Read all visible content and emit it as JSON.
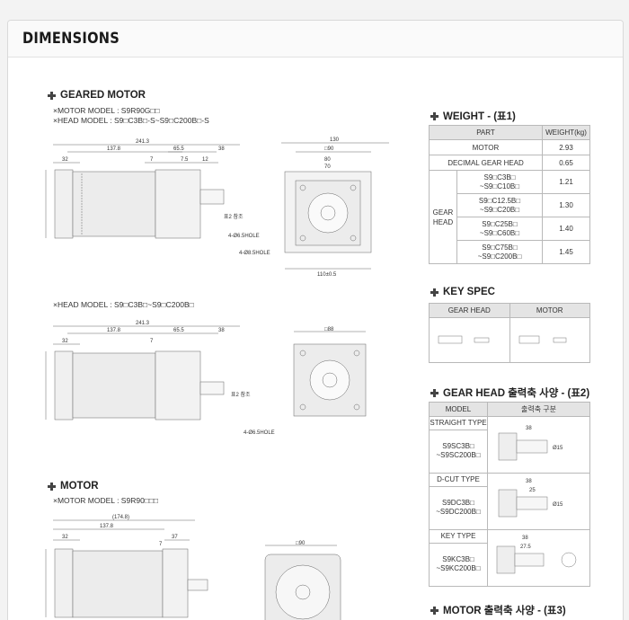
{
  "header": {
    "title": "DIMENSIONS"
  },
  "geared_motor": {
    "title": "GEARED MOTOR",
    "motor_model": "×MOTOR MODEL : S9R90G□□",
    "head_model": "×HEAD MODEL : S9□C3B□-S~S9□C200B□-S",
    "dims_side": [
      "241.3",
      "137.8",
      "65.5",
      "38",
      "32",
      "7",
      "7.5",
      "12"
    ],
    "dims_front": [
      "130",
      "□90",
      "80",
      "70"
    ],
    "labels": [
      "4-Ø6.5HOLE",
      "4-Ø8.5HOLE",
      "표2 참조",
      "110±0.5"
    ]
  },
  "head_only": {
    "model": "×HEAD MODEL : S9□C3B□~S9□C200B□",
    "dims_side": [
      "241.3",
      "137.8",
      "65.5",
      "38",
      "32",
      "7"
    ],
    "dims_front": [
      "□88"
    ],
    "labels": [
      "4-Ø6.5HOLE",
      "표2 참조"
    ]
  },
  "motor": {
    "title": "MOTOR",
    "model": "×MOTOR MODEL : S9R90□□□",
    "dims_side": [
      "(174.8)",
      "137.8",
      "32",
      "37",
      "7"
    ],
    "dims_front": [
      "□90"
    ]
  },
  "weight": {
    "title": "WEIGHT - (표1)",
    "headers": [
      "PART",
      "WEIGHT(kg)"
    ],
    "rows": [
      {
        "part": "MOTOR",
        "weight": "2.93"
      },
      {
        "part": "DECIMAL GEAR HEAD",
        "weight": "0.65"
      }
    ],
    "gear_head_label": [
      "GEAR",
      "HEAD"
    ],
    "gear_rows": [
      {
        "part": [
          "S9□C3B□",
          "~S9□C10B□"
        ],
        "weight": "1.21"
      },
      {
        "part": [
          "S9□C12.5B□",
          "~S9□C20B□"
        ],
        "weight": "1.30"
      },
      {
        "part": [
          "S9□C25B□",
          "~S9□C60B□"
        ],
        "weight": "1.40"
      },
      {
        "part": [
          "S9□C75B□",
          "~S9□C200B□"
        ],
        "weight": "1.45"
      }
    ]
  },
  "key_spec": {
    "title": "KEY SPEC",
    "headers": [
      "GEAR HEAD",
      "MOTOR"
    ]
  },
  "gear_head_shaft": {
    "title": "GEAR HEAD 출력축 사양 - (표2)",
    "headers": [
      "MODEL",
      "출력축 구분"
    ],
    "rows": [
      {
        "type": "STRAIGHT TYPE",
        "models": [
          "S9SC3B□",
          "~S9SC200B□"
        ],
        "dims": [
          "38",
          "Ø15"
        ]
      },
      {
        "type": "D-CUT TYPE",
        "models": [
          "S9DC3B□",
          "~S9DC200B□"
        ],
        "dims": [
          "38",
          "25",
          "Ø15"
        ]
      },
      {
        "type": "KEY TYPE",
        "models": [
          "S9KC3B□",
          "~S9KC200B□"
        ],
        "dims": [
          "38",
          "27.5"
        ]
      }
    ]
  },
  "motor_shaft": {
    "title": "MOTOR 출력축 사양 - (표3)"
  }
}
